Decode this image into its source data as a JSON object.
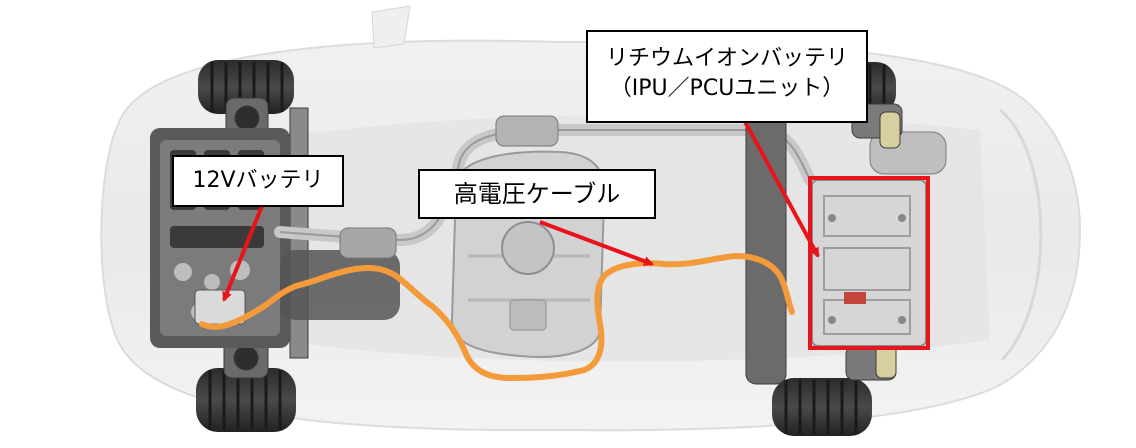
{
  "labels": {
    "battery_12v": "12Vバッテリ",
    "hv_cable": "高電圧ケーブル",
    "li_ion_line1": "リチウムイオンバッテリ",
    "li_ion_line2": "（IPU／PCUユニット）"
  },
  "colors": {
    "arrow": "#e8141b",
    "cable": "#f39a3a",
    "highlight_box": "#e8141b",
    "label_border": "#000000",
    "label_bg": "#ffffff"
  }
}
